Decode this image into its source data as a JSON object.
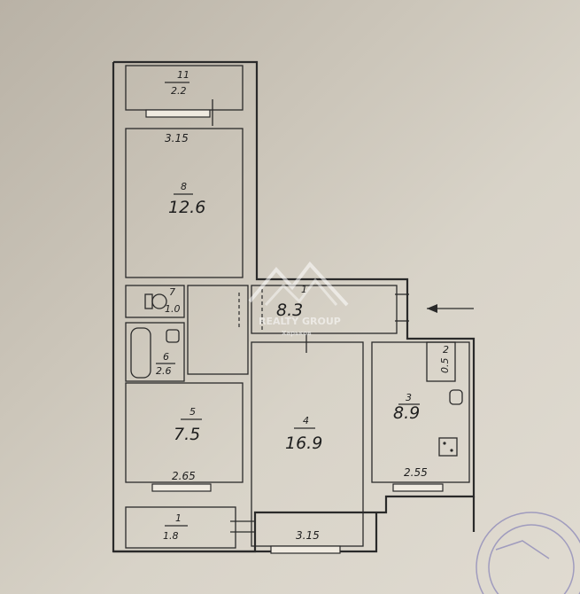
{
  "rooms": [
    {
      "id": "11",
      "number": "11",
      "area": "2.2"
    },
    {
      "id": "8",
      "number": "8",
      "area": "12.6"
    },
    {
      "id": "7",
      "number": "7",
      "area": "1.0"
    },
    {
      "id": "6",
      "number": "6",
      "area": "2.6"
    },
    {
      "id": "hall",
      "number": "1",
      "area": "8.3"
    },
    {
      "id": "5",
      "number": "5",
      "area": "7.5"
    },
    {
      "id": "4",
      "number": "4",
      "area": "16.9"
    },
    {
      "id": "3",
      "number": "3",
      "area": "8.9"
    },
    {
      "id": "2",
      "number": "2",
      "area": "0.5"
    },
    {
      "id": "1",
      "number": "1",
      "area": "1.8"
    }
  ],
  "dimensions": {
    "d1": "3.15",
    "d2": "2.65",
    "d3": "3.15",
    "d4": "2.55"
  },
  "watermark": {
    "line1": "REALTY GROUP",
    "line2": "Харьков"
  },
  "colors": {
    "paper": "#d8d3c8",
    "ink": "#2a2a2a",
    "stamp": "#8b87b8"
  }
}
